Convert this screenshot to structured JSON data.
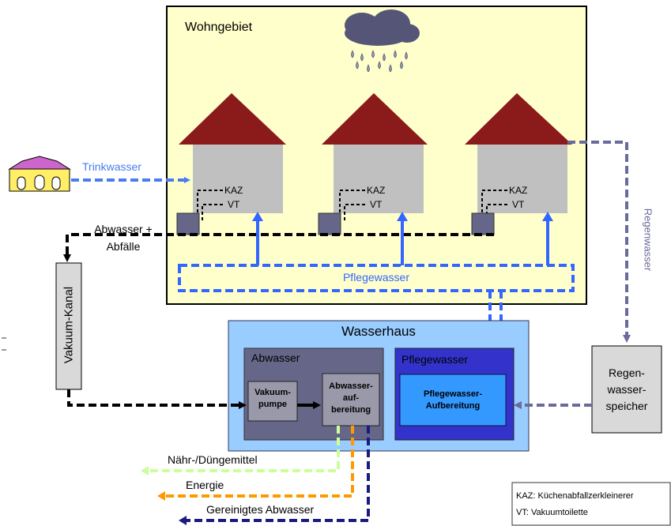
{
  "residential_area": {
    "title": "Wohngebiet"
  },
  "houses": [
    {
      "kaz": "KAZ",
      "vt": "VT"
    },
    {
      "kaz": "KAZ",
      "vt": "VT"
    },
    {
      "kaz": "KAZ",
      "vt": "VT"
    }
  ],
  "flows": {
    "drinking_water": "Trinkwasser",
    "wastewater_waste": "Abwasser +\nAbfälle",
    "care_water": "Pflegewasser",
    "rainwater": "Regenwasser",
    "nutrients": "Nähr-/Düngemittel",
    "energy": "Energie",
    "cleaned_wastewater": "Gereinigtes Abwasser"
  },
  "vacuum_channel": {
    "label": "Vakuum-Kanal"
  },
  "water_house": {
    "title": "Wasserhaus",
    "wastewater_section": {
      "title": "Abwasser",
      "vacuum_pump": "Vakuum-\npumpe",
      "treatment": "Abwasser-\nauf-\nbereitung"
    },
    "care_water_section": {
      "title": "Pflegewasser",
      "treatment": "Pflegewasser-\nAufbereitung"
    }
  },
  "rain_storage": {
    "label": "Regen-\nwasser-\nspeicher"
  },
  "legend": {
    "kaz": "KAZ: Küchenabfallzerkleinerer",
    "vt": "VT: Vakuumtoilette"
  },
  "colors": {
    "residential_fill": "#ffffcc",
    "house_wall": "#c0c0c0",
    "roof": "#8b1a1a",
    "drinking_water": "#4a7cf0",
    "care_water": "#3366ff",
    "rainwater": "#6a6a9c",
    "wastewater": "#000000",
    "nutrients": "#ccff99",
    "energy": "#ff9900",
    "cleaned_wastewater": "#1a1a80",
    "water_house_fill": "#99ccff",
    "wastewater_section_fill": "#666688",
    "care_water_section_fill": "#3333cc",
    "care_treatment_fill": "#3399ff",
    "rain_storage_fill": "#d9d9d9",
    "cloud": "#555577"
  }
}
